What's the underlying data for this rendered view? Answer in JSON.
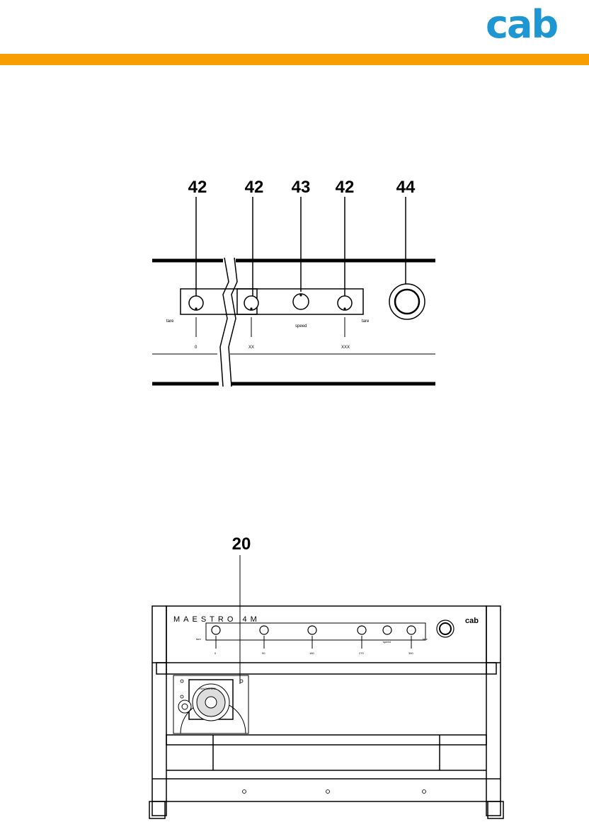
{
  "header": {
    "logo_text": "cab",
    "logo_color": "#1E96D2",
    "bar_color": "#F5A000"
  },
  "figure_top": {
    "callouts": [
      "42",
      "42",
      "43",
      "42",
      "44"
    ],
    "knob_labels": {
      "left_side": "tare",
      "right_side": "tare",
      "speed": "speed",
      "k1": "0",
      "k2": "XX",
      "k4": "XXX"
    }
  },
  "figure_bottom": {
    "callout": "20",
    "model_name": "MAESTRO 4M",
    "brand": "cab",
    "panel_labels": {
      "left_side": "tare",
      "right_side": "tare",
      "speed": "speed",
      "k1": "0",
      "k2": "90",
      "k3": "180",
      "k4": "270",
      "k5": "360"
    },
    "handwheel_label": "HANDWHEEL"
  }
}
